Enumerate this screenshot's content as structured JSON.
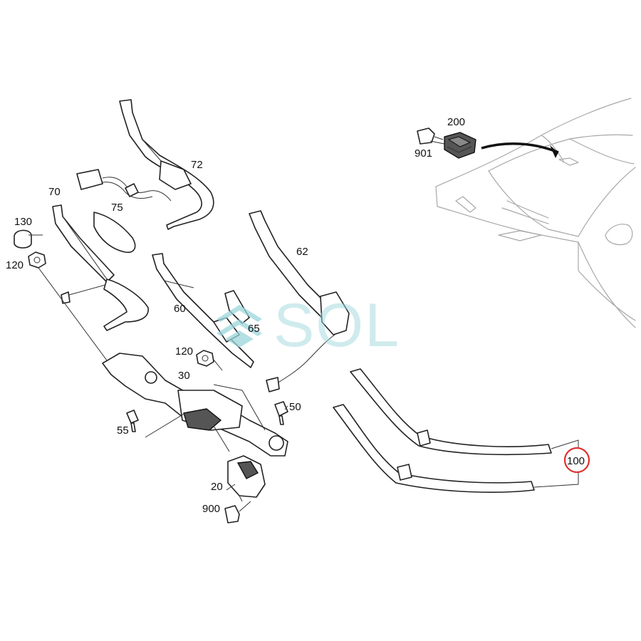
{
  "watermark": {
    "text": "SOL",
    "color": "#9bd6dc"
  },
  "highlight_color": "#e03030",
  "labels": {
    "p200": "200",
    "p901": "901",
    "p72": "72",
    "p70": "70",
    "p75": "75",
    "p130": "130",
    "p120a": "120",
    "p62": "62",
    "p60": "60",
    "p65": "65",
    "p120b": "120",
    "p30": "30",
    "p50": "50",
    "p55": "55",
    "p20": "20",
    "p900": "900",
    "p100": "100"
  }
}
